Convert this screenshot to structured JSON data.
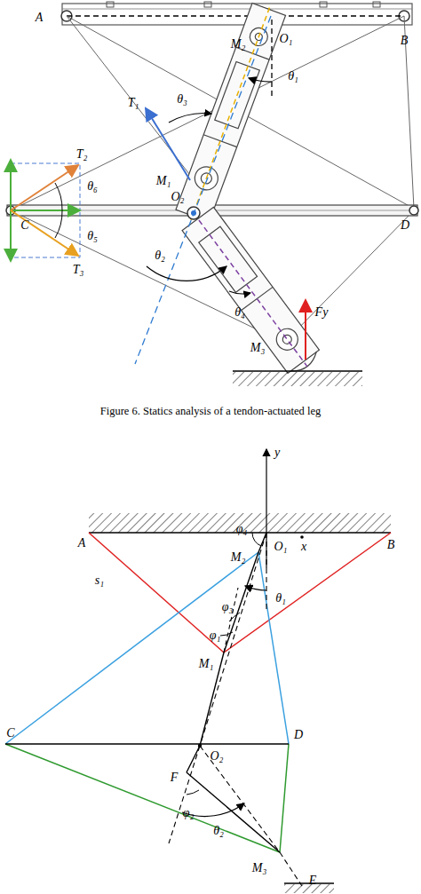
{
  "diagram": {
    "caption": "Figure 6. Statics analysis of a tendon-actuated leg",
    "labels": [
      "A",
      "B",
      "M₂",
      "O₁",
      "θ₁",
      "T₁",
      "θ₃",
      "M₁",
      "T₂",
      "θ₆",
      "C",
      "θ₅",
      "O₂",
      "D",
      "T₃",
      "θ₂",
      "θ₄",
      "M₃",
      "Fy",
      "y",
      "A",
      "φ₄",
      "O₁",
      "x",
      "B",
      "M₂",
      "s₁",
      "θ₁",
      "φ₃",
      "φ₁",
      "M₁",
      "C",
      "O₂",
      "D",
      "F",
      "φ₂",
      "θ₂",
      "M₃",
      "E"
    ]
  }
}
